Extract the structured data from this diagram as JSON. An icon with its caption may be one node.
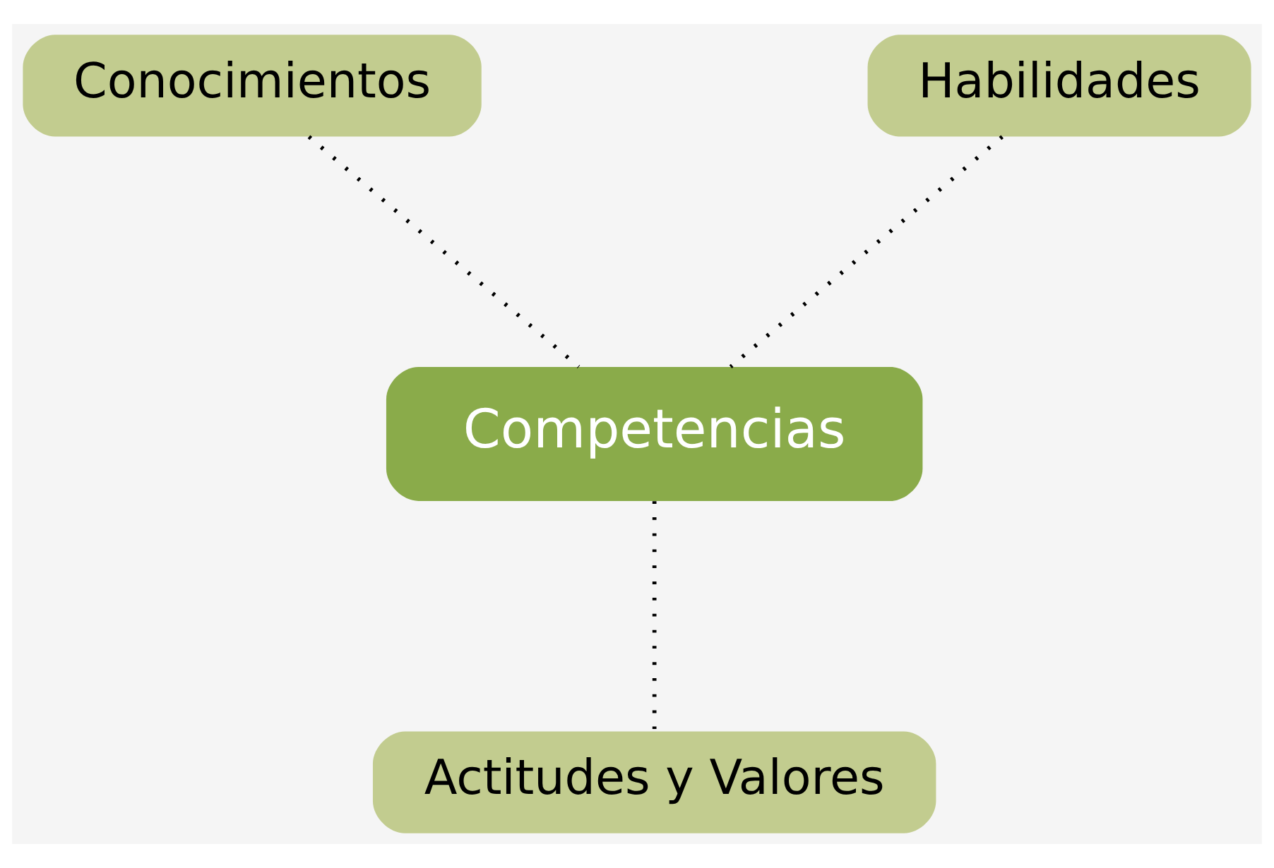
{
  "diagram": {
    "nodes": [
      {
        "text": [
          "Conocimientos"
        ]
      },
      {
        "text": [
          "Habilidades"
        ]
      },
      {
        "text": [
          "Competencias"
        ]
      },
      {
        "text": [
          "Actitudes y Valores"
        ]
      }
    ],
    "edges": [
      {
        "from": 0,
        "to": 2,
        "arrow": "none",
        "style": "dashed"
      },
      {
        "from": 1,
        "to": 2,
        "arrow": "none",
        "style": "dashed"
      },
      {
        "from": 2,
        "to": 3,
        "arrow": "none",
        "style": "dashed"
      }
    ]
  }
}
